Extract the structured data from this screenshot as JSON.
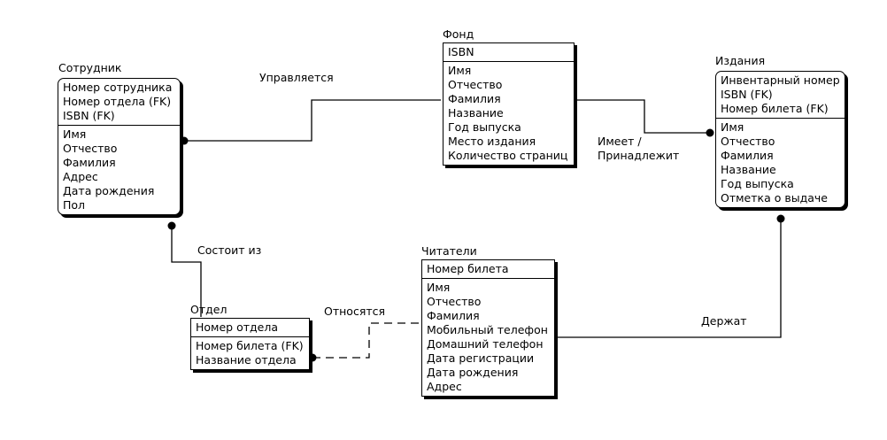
{
  "entities": {
    "sotrudnik": {
      "title": "Сотрудник",
      "keys": [
        "Номер сотрудника",
        "Номер отдела (FK)",
        "ISBN (FK)"
      ],
      "attrs": [
        "Имя",
        "Отчество",
        "Фамилия",
        "Адрес",
        "Дата рождения",
        "Пол"
      ]
    },
    "fond": {
      "title": "Фонд",
      "keys": [
        "ISBN"
      ],
      "attrs": [
        "Имя",
        "Отчество",
        "Фамилия",
        "Название",
        "Год выпуска",
        "Место издания",
        "Количество страниц"
      ]
    },
    "izdaniya": {
      "title": "Издания",
      "keys": [
        "Инвентарный номер",
        "ISBN (FK)",
        "Номер билета (FK)"
      ],
      "attrs": [
        "Имя",
        "Отчество",
        "Фамилия",
        "Название",
        "Год выпуска",
        "Отметка о выдаче"
      ]
    },
    "chitateli": {
      "title": "Читатели",
      "keys": [
        "Номер билета"
      ],
      "attrs": [
        "Имя",
        "Отчество",
        "Фамилия",
        "Мобильный телефон",
        "Домашний телефон",
        "Дата регистрации",
        "Дата рождения",
        "Адрес"
      ]
    },
    "otdel": {
      "title": "Отдел",
      "keys": [
        "Номер отдела"
      ],
      "attrs": [
        "Номер билета (FK)",
        "Название отдела"
      ]
    }
  },
  "relationships": {
    "upravlyaetsya": "Управляется",
    "imeet_line1": "Имеет /",
    "imeet_line2": "Принадлежит",
    "sostoit": "Состоит из",
    "otnosyatsya": "Относятся",
    "derzhat": "Держат"
  }
}
